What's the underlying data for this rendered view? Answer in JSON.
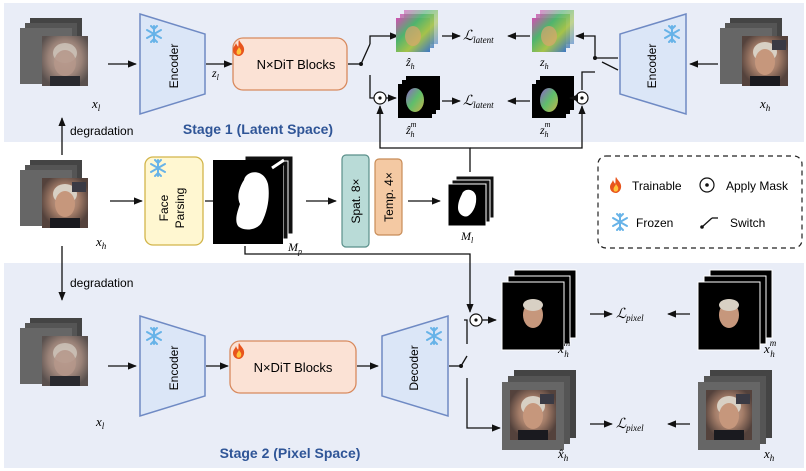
{
  "stage1": {
    "title": "Stage 1 (Latent Space)"
  },
  "stage2": {
    "title": "Stage 2 (Pixel Space)"
  },
  "labels": {
    "encoder": "Encoder",
    "decoder": "Decoder",
    "dit_blocks": "N×DiT Blocks",
    "face_parsing_1": "Face",
    "face_parsing_2": "Parsing",
    "spatial": "Spat. 8×",
    "temporal": "Temp. 4×",
    "degradation": "degradation"
  },
  "math": {
    "x_l": "x",
    "x_l_sub": "l",
    "x_h": "x",
    "x_h_sub": "h",
    "z_l": "z",
    "z_l_sub": "l",
    "z_h": "z",
    "z_h_sub": "h",
    "z_hat_h": "ẑ",
    "z_hat_h_sub": "h",
    "z_hm": "z",
    "z_hm_sub": "h",
    "z_hm_sup": "m",
    "z_hat_hm": "ẑ",
    "z_hat_hm_sub": "h",
    "z_hat_hm_sup": "m",
    "m_p": "M",
    "m_p_sub": "p",
    "m_l": "M",
    "m_l_sub": "l",
    "loss_latent": "ℒ",
    "loss_latent_sub": "latent",
    "loss_pixel": "ℒ",
    "loss_pixel_sub": "pixel",
    "x_hat_h": "x̂",
    "x_hat_h_sub": "h",
    "x_hat_hm": "x̂",
    "x_hat_hm_sub": "h",
    "x_hat_hm_sup": "m",
    "x_hm": "x",
    "x_hm_sub": "h",
    "x_hm_sup": "m"
  },
  "legend": {
    "trainable": "Trainable",
    "apply_mask": "Apply Mask",
    "frozen": "Frozen",
    "switch": "Switch"
  },
  "colors": {
    "stage_bg": "#e9edf7",
    "encoder_fill": "#dbe6f7",
    "encoder_stroke": "#6f8ac4",
    "dit_fill": "#fbe2d5",
    "dit_stroke": "#d88a5e",
    "face_fill": "#fff7d1",
    "face_stroke": "#d2b54a",
    "spat_fill": "#b9dbd7",
    "spat_stroke": "#5a8f8a",
    "temp_fill": "#f4c9a3",
    "temp_stroke": "#c88c57",
    "stage_title": "#2f5597",
    "flame": "#e8541c",
    "snow": "#67b3e8"
  },
  "icons": {
    "trainable": "flame-icon",
    "frozen": "snowflake-icon",
    "apply_mask": "circle-dot-icon",
    "switch": "switch-icon"
  }
}
